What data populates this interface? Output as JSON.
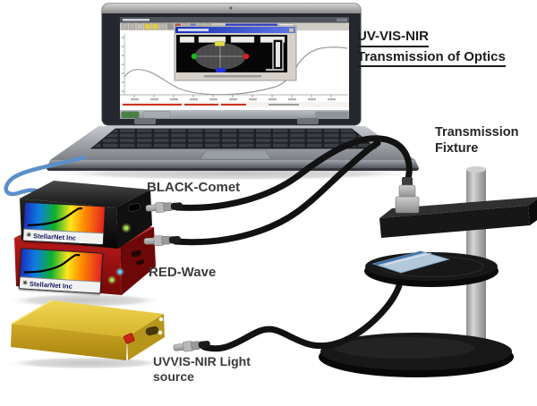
{
  "title": {
    "line1": "UV-VIS-NIR",
    "line2": "Transmission of Optics"
  },
  "fixture_label": {
    "line1": "Transmission",
    "line2": "Fixture"
  },
  "devices": {
    "black_comet": {
      "label": "BLACK-Comet",
      "brand": "StellarNet Inc",
      "logo_glyph": "✳"
    },
    "red_wave": {
      "label": "RED-Wave",
      "brand": "StellarNet Inc",
      "logo_glyph": "✳"
    },
    "light_source": {
      "label_line1": "UVVIS-NIR Light",
      "label_line2": "source"
    }
  },
  "colors": {
    "usb_cable": "#5b8fc9",
    "fiber_cable": "#121212",
    "black_comet_body": "#141414",
    "red_wave_body": "#a01212",
    "light_source_body": "#d9b32a",
    "led_green": "#a6d84e",
    "led_blue": "#63c8ef",
    "fixture_black": "#161616",
    "metal_gray": "#b5b5b5",
    "dialog_title_blue": "#2038b8",
    "marker_green": "#1fbb1f",
    "marker_red": "#e02020",
    "marker_yellow": "#e0e040",
    "marker_blue": "#2431d8"
  }
}
